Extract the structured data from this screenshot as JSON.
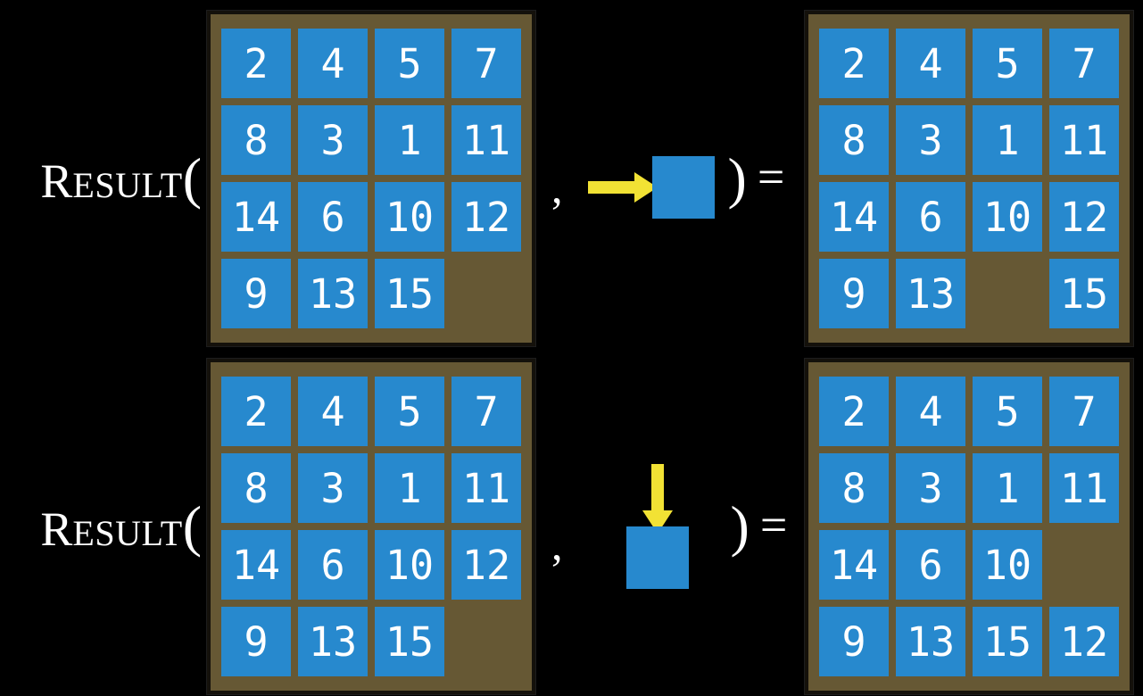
{
  "figure": {
    "description": "Two examples of the RESULT function applied to a 15-puzzle state with a tile-move action",
    "colors": {
      "background": "#000000",
      "board": "#665834",
      "board_border": "#14110b",
      "tile": "#2789ce",
      "tile_text": "#ffffff",
      "arrow": "#f2e234",
      "formula_text": "#ffffff"
    },
    "formula": {
      "cap": "R",
      "rest": "ESULT",
      "open_paren": "(",
      "comma": ",",
      "close_paren": ")",
      "equals": "="
    },
    "rows": [
      {
        "action": {
          "type": "move-tile",
          "direction": "right"
        },
        "input_grid": [
          [
            "2",
            "4",
            "5",
            "7"
          ],
          [
            "8",
            "3",
            "1",
            "11"
          ],
          [
            "14",
            "6",
            "10",
            "12"
          ],
          [
            "9",
            "13",
            "15",
            ""
          ]
        ],
        "result_grid": [
          [
            "2",
            "4",
            "5",
            "7"
          ],
          [
            "8",
            "3",
            "1",
            "11"
          ],
          [
            "14",
            "6",
            "10",
            "12"
          ],
          [
            "9",
            "13",
            "",
            "15"
          ]
        ]
      },
      {
        "action": {
          "type": "move-tile",
          "direction": "down"
        },
        "input_grid": [
          [
            "2",
            "4",
            "5",
            "7"
          ],
          [
            "8",
            "3",
            "1",
            "11"
          ],
          [
            "14",
            "6",
            "10",
            "12"
          ],
          [
            "9",
            "13",
            "15",
            ""
          ]
        ],
        "result_grid": [
          [
            "2",
            "4",
            "5",
            "7"
          ],
          [
            "8",
            "3",
            "1",
            "11"
          ],
          [
            "14",
            "6",
            "10",
            ""
          ],
          [
            "9",
            "13",
            "15",
            "12"
          ]
        ]
      }
    ]
  }
}
